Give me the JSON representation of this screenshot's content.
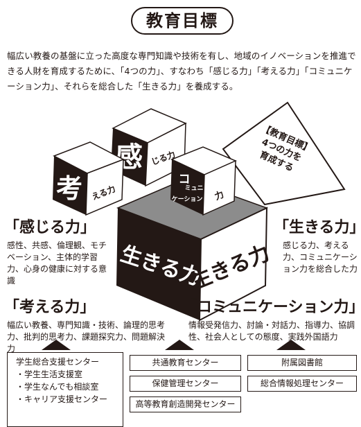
{
  "title": "教育目標",
  "intro": "幅広い教養の基盤に立った高度な専門知識や技術を有し、地域のイノベーションを推進できる人財を育成するために、「4つの力」、すなわち「感じる力」「考える力」「コミュニケーション力」、それらを総合した「生きる力」を養成する。",
  "diagram": {
    "cube_kanjiru": {
      "big": "感",
      "small": "じる力"
    },
    "cube_kangaeru": {
      "big": "考",
      "small": "える力"
    },
    "cube_comm": {
      "big": "コ",
      "small1": "ミュニ",
      "small2": "ケーション",
      "small3": "力"
    },
    "ikiru_front": "生きる力",
    "ikiru_side": "生きる力",
    "flap": [
      "【教育目標】",
      "4つの力を",
      "育成する"
    ]
  },
  "sections": {
    "kanjiru": {
      "title": "「感じる力」",
      "text": "感性、共感、倫理観、モチベーション、主体的学習力、心身の健康に対する意識"
    },
    "ikiru": {
      "title": "「生きる力」",
      "text": "感じる力、考える力、コミュニケーション力を総合した力"
    },
    "kangaeru": {
      "title": "「考える力」",
      "text": "幅広い教養、専門知識・技術、論理的思考力、批判的思考力、課題探究力、問題解決力"
    },
    "comm": {
      "title": "「コミュニケーション力」",
      "text": "情報受発信力、討論・対話力、指導力、協調性、社会人としての態度、実践外国語力"
    }
  },
  "support": {
    "student_center": {
      "title": "学生総合支援センター",
      "items": [
        "・学生生活支援室",
        "・学生なんでも相談室",
        "・キャリア支援センター"
      ]
    },
    "boxes": [
      "共通教育センター",
      "附属図書館",
      "保健管理センター",
      "総合情報処理センター",
      "高等教育創造開発センター"
    ]
  }
}
